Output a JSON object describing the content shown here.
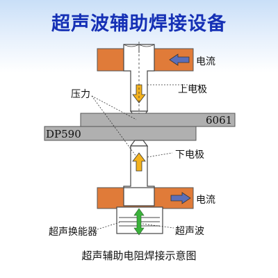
{
  "title": "超声波辅助焊接设备",
  "caption": "超声辅助电阻焊接示意图",
  "labels": {
    "current_top": "电流",
    "upper_electrode": "上电极",
    "pressure": "压力",
    "plate_top": "6061",
    "plate_bottom": "DP590",
    "lower_electrode": "下电极",
    "current_bottom": "电流",
    "transducer": "超声换能器",
    "ultrasonic": "超声波"
  },
  "colors": {
    "title": "#1530b5",
    "clamp": "#e07b39",
    "current_arrow": "#5b6fb8",
    "pressure_arrow": "#f3b21e",
    "ultrasonic_arrow": "#3bb23b",
    "plate": "#b0b0b0",
    "electrode": "#ffffff"
  }
}
